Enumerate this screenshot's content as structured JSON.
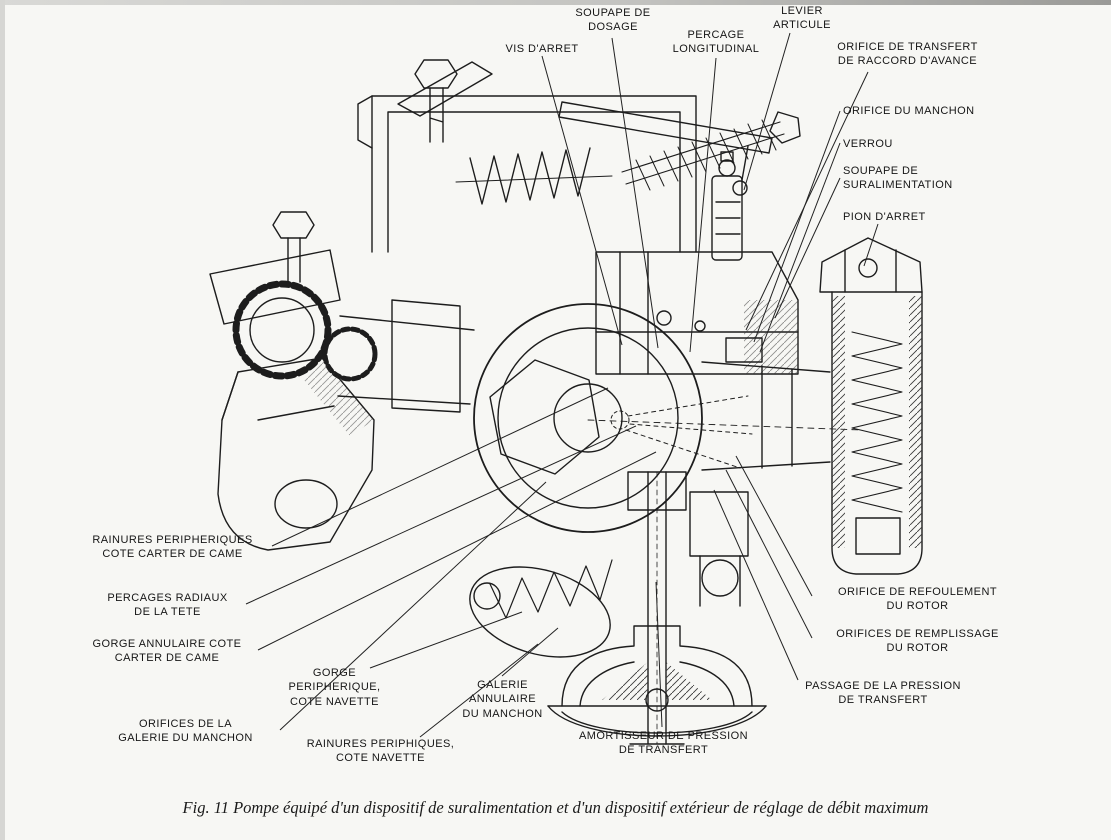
{
  "page": {
    "caption": "Fig. 11 Pompe équipé d'un dispositif de suralimentation et d'un dispositif extérieur de réglage de débit maximum"
  },
  "labels": {
    "soupape_dosage": "SOUPAPE DE\nDOSAGE",
    "levier_articule": "LEVIER\nARTICULE",
    "vis_darret": "VIS D'ARRET",
    "percage_longitudinal": "PERCAGE\nLONGITUDINAL",
    "orifice_transfert_avance": "ORIFICE DE TRANSFERT\nDE RACCORD D'AVANCE",
    "orifice_manchon": "ORIFICE DU MANCHON",
    "verrou": "VERROU",
    "soupape_suralimentation": "SOUPAPE DE\nSURALIMENTATION",
    "pion_darret": "PION D'ARRET",
    "rainures_peripheriques_came": "RAINURES PERIPHERIQUES\nCOTE CARTER DE CAME",
    "percages_radiaux": "PERCAGES RADIAUX\nDE LA TETE",
    "gorge_annulaire_came": "GORGE ANNULAIRE COTE\nCARTER DE CAME",
    "orifices_galerie_manchon": "ORIFICES DE LA\nGALERIE DU MANCHON",
    "gorge_peripherique_navette": "GORGE\nPERIPHERIQUE,\nCOTE NAVETTE",
    "rainures_periphiques_navette": "RAINURES PERIPHIQUES,\nCOTE NAVETTE",
    "galerie_annulaire_manchon": "GALERIE\nANNULAIRE\nDU MANCHON",
    "amortisseur_pression": "AMORTISSEUR DE PRESSION\nDE TRANSFERT",
    "orifice_refoulement_rotor": "ORIFICE DE REFOULEMENT\nDU ROTOR",
    "orifices_remplissage_rotor": "ORIFICES DE REMPLISSAGE\nDU ROTOR",
    "passage_pression_transfert": "PASSAGE DE LA PRESSION\nDE TRANSFERT"
  }
}
